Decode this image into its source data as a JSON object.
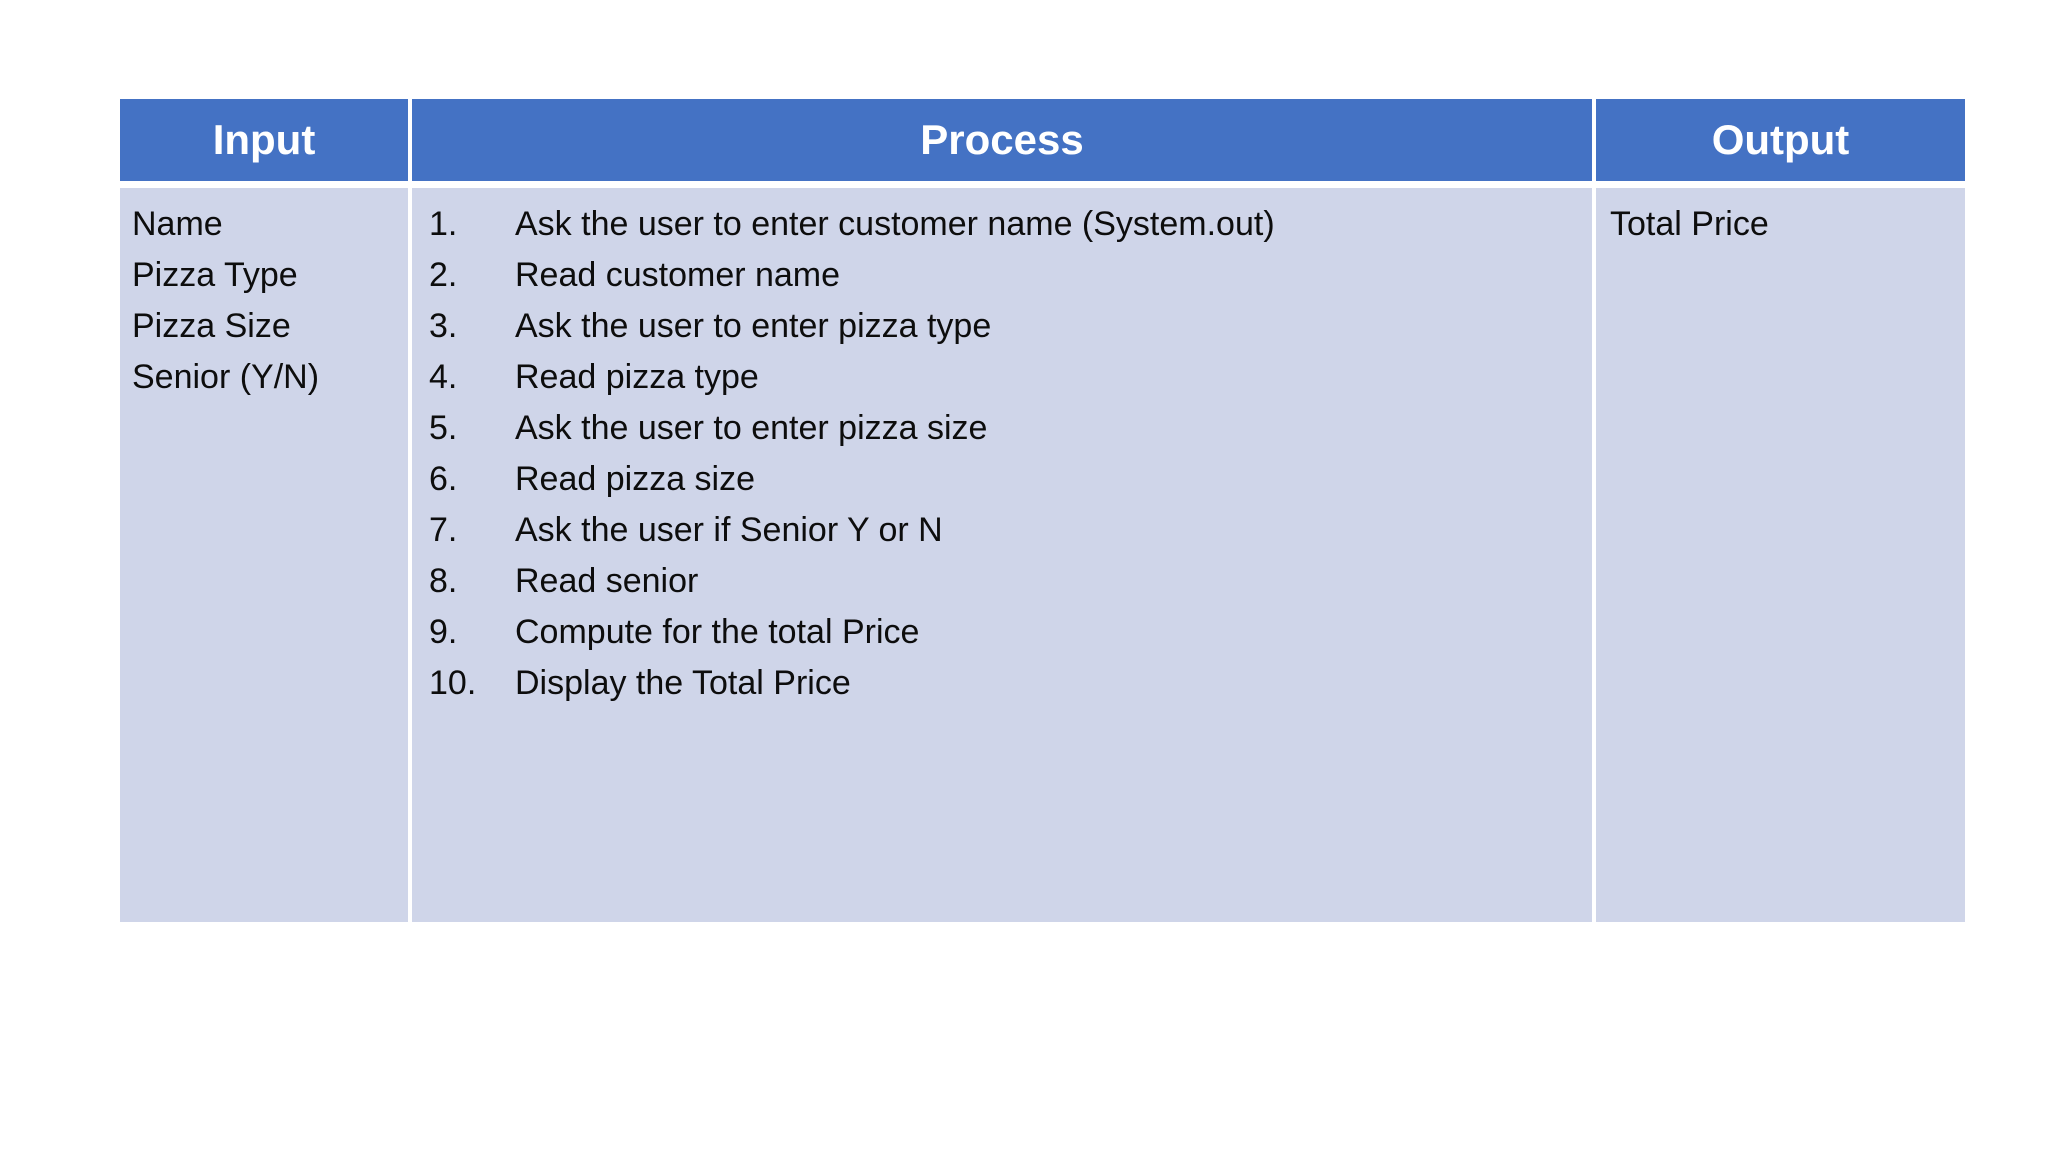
{
  "slide": {
    "background_color": "#FFFFFF"
  },
  "table": {
    "header_background": "#4472C4",
    "header_text_color": "#FFFFFF",
    "body_background": "#CFD5E9",
    "body_text_color": "#0D0D0D",
    "columns": [
      {
        "key": "input",
        "header": "Input"
      },
      {
        "key": "process",
        "header": "Process"
      },
      {
        "key": "output",
        "header": "Output"
      }
    ],
    "input_items": [
      "Name",
      "Pizza Type",
      "Pizza Size",
      "Senior (Y/N)"
    ],
    "process_items": [
      {
        "number": "1.",
        "text": "Ask the user to enter customer name (System.out)"
      },
      {
        "number": "2.",
        "text": "Read customer name"
      },
      {
        "number": "3.",
        "text": "Ask the user to enter pizza type"
      },
      {
        "number": "4.",
        "text": "Read pizza type"
      },
      {
        "number": "5.",
        "text": "Ask the user to enter pizza size"
      },
      {
        "number": "6.",
        "text": "Read pizza size"
      },
      {
        "number": "7.",
        "text": "Ask the user if Senior Y or N"
      },
      {
        "number": "8.",
        "text": "Read senior"
      },
      {
        "number": "9.",
        "text": "Compute for the total Price"
      },
      {
        "number": "10.",
        "text": "Display the Total Price"
      }
    ],
    "output_items": [
      "Total Price"
    ]
  }
}
